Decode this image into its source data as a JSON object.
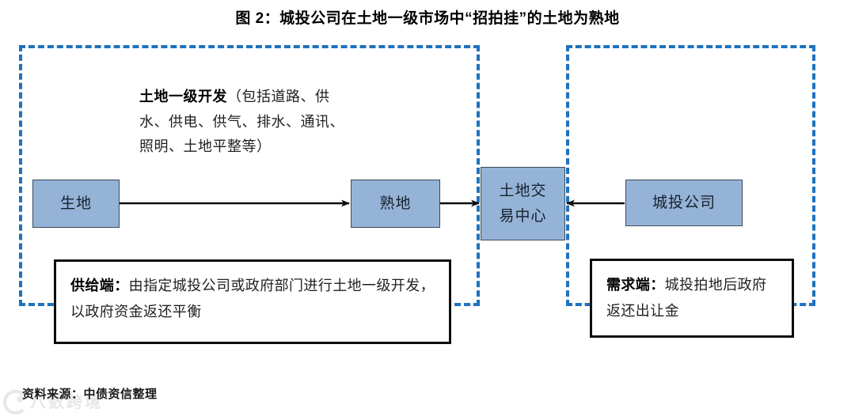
{
  "figure": {
    "title": "图 2：城投公司在土地一级市场中“招拍挂”的土地为熟地",
    "source_note": "资料来源：中债资信整理"
  },
  "watermark": {
    "text": "八数跨境",
    "logo_icon": "circle-logo-icon"
  },
  "regions": [
    {
      "id": "supply",
      "name": "supply-side-region",
      "style": "dashed",
      "color": "#1f72bd"
    },
    {
      "id": "demand",
      "name": "demand-side-region",
      "style": "dashed",
      "color": "#1f72bd"
    }
  ],
  "nodes": {
    "raw_land": "生地",
    "ripe_land": "熟地",
    "exchange_line1": "土地交",
    "exchange_line2": "易中心",
    "company": "城投公司"
  },
  "dev_note": {
    "lead": "土地一级开发",
    "rest": "（包括道路、供水、供电、供气、排水、通讯、照明、土地平整等）"
  },
  "callouts": {
    "supply": {
      "lead": "供给端：",
      "text": "由指定城投公司或政府部门进行土地一级开发，以政府资金返还平衡"
    },
    "demand": {
      "lead": "需求端：",
      "text": "城投拍地后政府返还出让金"
    }
  },
  "colors": {
    "box_fill": "#95b3d7",
    "box_border": "#3a4a5c",
    "dashed_border": "#1f72bd",
    "callout_border": "#0d0d0d",
    "arrow": "#0d0d0d"
  },
  "arrows": [
    {
      "name": "arrow-raw-to-ripe",
      "from": "生地",
      "to": "熟地"
    },
    {
      "name": "arrow-ripe-to-exchange",
      "from": "熟地",
      "to": "土地交易中心"
    },
    {
      "name": "arrow-company-to-exchange",
      "from": "城投公司",
      "to": "土地交易中心"
    }
  ]
}
